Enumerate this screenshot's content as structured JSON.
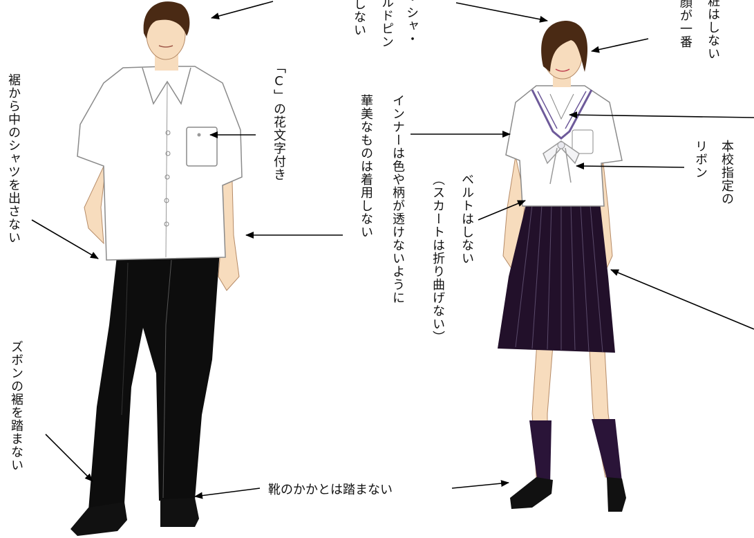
{
  "annotations": {
    "male_shirt_hem": "裾から中のシャツを出さない",
    "male_pant_hem": "ズボンの裾を踏まない",
    "male_pocket": "「C」の花文字付き",
    "inner_line1": "インナーは色や柄が透けないように",
    "inner_line2": "華美なものは着用しない",
    "top_partial_a": "・シャ・",
    "top_partial_b": "ルドピン",
    "top_partial_c": "しない",
    "belt_line1": "ベルトはしない",
    "belt_line2": "（スカートは折り曲げない）",
    "ribbon_line1": "本校指定の",
    "ribbon_line2": "リボン",
    "makeup_line1": "粧はしない",
    "makeup_line2": "顔が一番",
    "shoes": "靴のかかとは踏まない"
  },
  "colors": {
    "skin": "#f7dcbd",
    "hair": "#4a2a14",
    "shirt": "#ffffff",
    "pants": "#0d0d0d",
    "skirt": "#22102a",
    "socks": "#2a1438",
    "collar_stripe": "#6e5a9a"
  }
}
